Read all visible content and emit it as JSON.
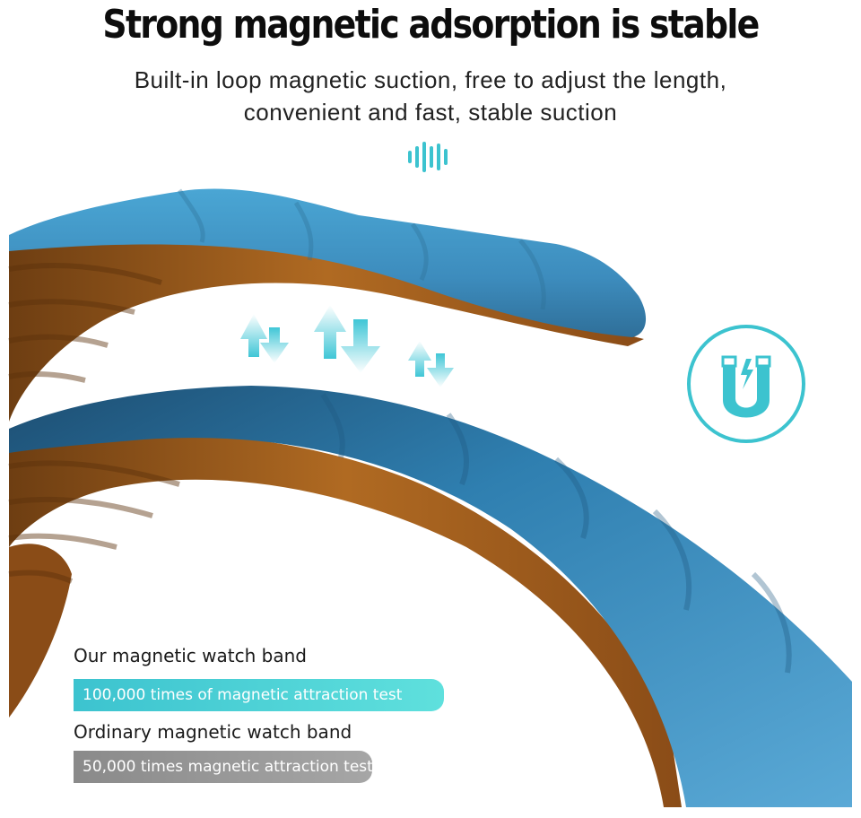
{
  "headline": "Strong magnetic adsorption is stable",
  "subtitle_line1": "Built-in loop magnetic suction, free to adjust the length,",
  "subtitle_line2": "convenient and fast, stable suction",
  "icons": {
    "sound_wave": "sound-wave-icon",
    "magnet": "magnet-icon",
    "attraction_arrows": "up-down-arrows-icon"
  },
  "colors": {
    "band_blue": "#3a8fbf",
    "band_inner_brown": "#a8621c",
    "accent_teal": "#3cc3cf",
    "ordinary_gray": "#9a9a9a"
  },
  "comparison": {
    "ours_label": "Our magnetic watch band",
    "ours_test": "100,000 times of magnetic attraction test",
    "ours_count": 100000,
    "ordinary_label": "Ordinary magnetic watch band",
    "ordinary_test": "50,000 times magnetic attraction test",
    "ordinary_count": 50000
  }
}
